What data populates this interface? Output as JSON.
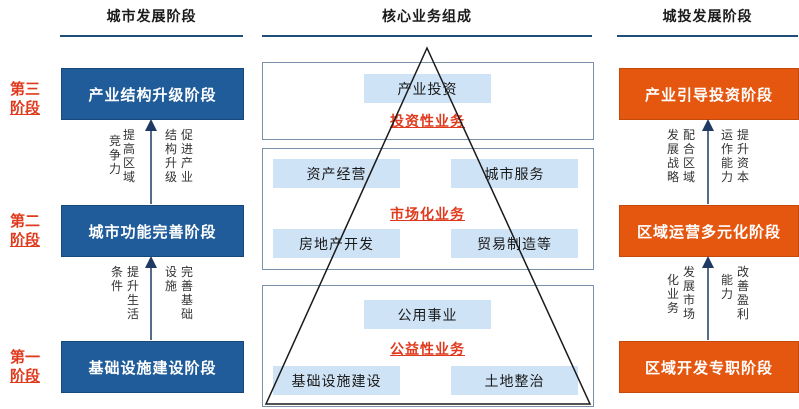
{
  "left": {
    "title": "城市发展阶段",
    "stage_boxes": [
      "产业结构升级阶段",
      "城市功能完善阶段",
      "基础设施建设阶段"
    ],
    "stage_labels": [
      {
        "line1": "第三",
        "line2": "阶段"
      },
      {
        "line1": "第二",
        "line2": "阶段"
      },
      {
        "line1": "第一",
        "line2": "阶段"
      }
    ],
    "annotations_upper": [
      "提高区域竞争力",
      "促进产业结构升级"
    ],
    "annotations_lower": [
      "提升生活条件",
      "完善基础设施"
    ]
  },
  "center": {
    "title": "核心业务组成",
    "top_box": "产业投资",
    "top_label": "投资性业务",
    "mid_boxes": [
      "资产经营",
      "城市服务",
      "房地产开发",
      "贸易制造等"
    ],
    "mid_label": "市场化业务",
    "bottom_boxes": [
      "公用事业",
      "基础设施建设",
      "土地整治"
    ],
    "bottom_label": "公益性业务"
  },
  "right": {
    "title": "城投发展阶段",
    "stage_boxes": [
      "产业引导投资阶段",
      "区域运营多元化阶段",
      "区域开发专职阶段"
    ],
    "annotations_upper": [
      "配合区域发展战略",
      "提升资本运作能力"
    ],
    "annotations_lower": [
      "发展市场化业务",
      "改善盈利能力"
    ]
  },
  "colors": {
    "blue": "#1f5c99",
    "orange": "#e5560f",
    "red": "#e03a1e",
    "light_blue": "#cfe3f6"
  }
}
